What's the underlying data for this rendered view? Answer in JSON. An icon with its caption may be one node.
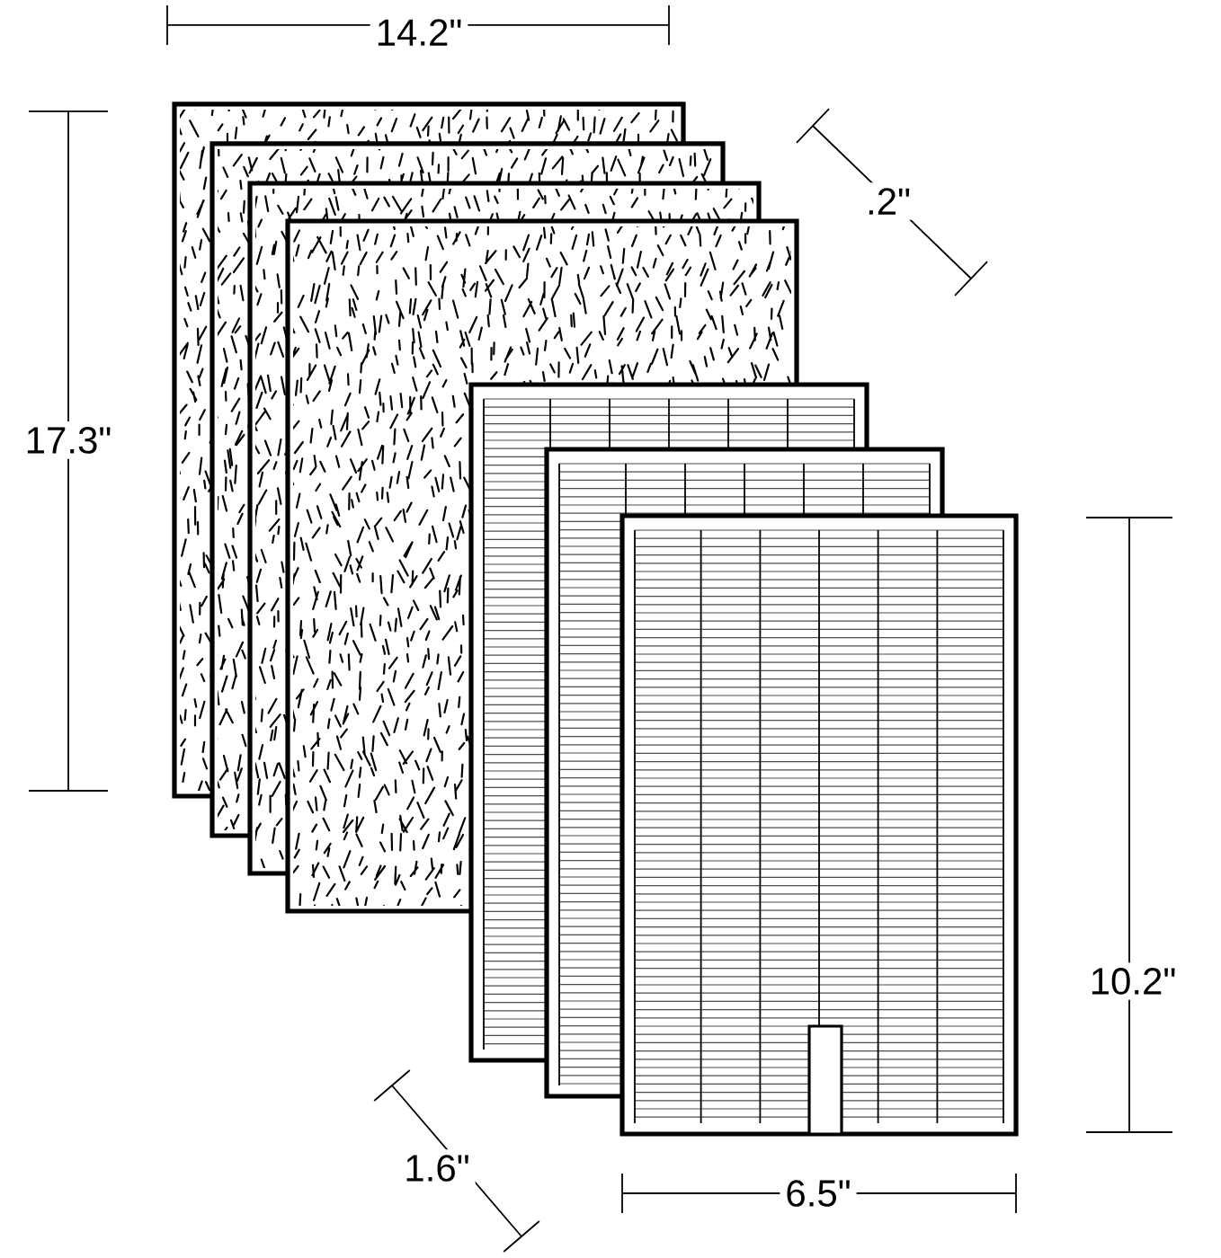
{
  "diagram": {
    "labels": [
      "14.2\"",
      ".2\"",
      "17.3\"",
      "10.2\"",
      "1.6\"",
      "6.5\""
    ]
  }
}
